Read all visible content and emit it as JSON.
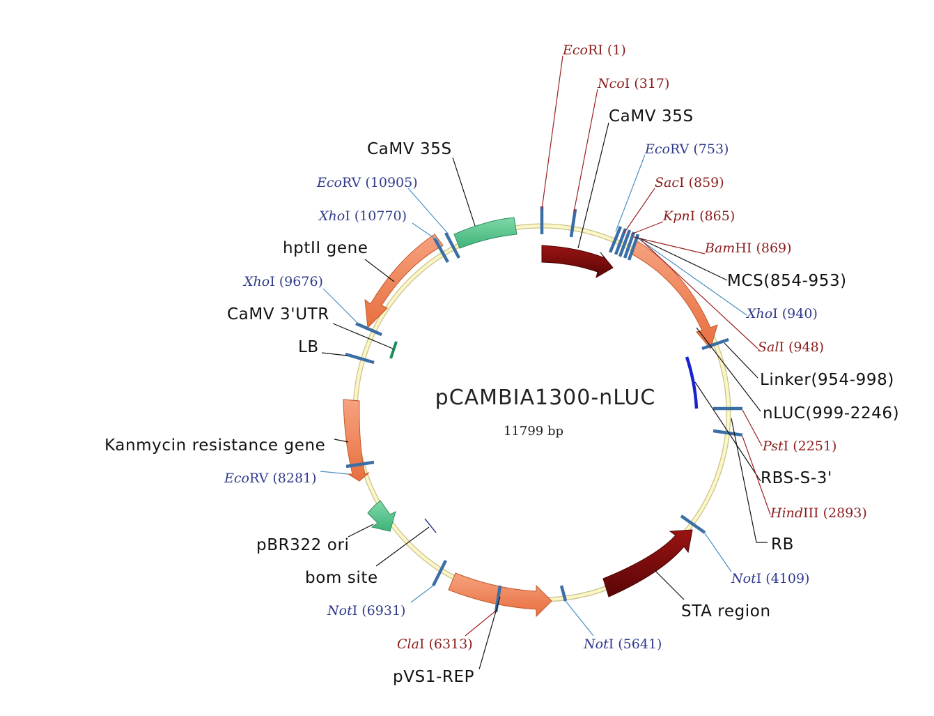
{
  "plasmid": {
    "name": "pCAMBIA1300-nLUC",
    "size": "11799 bp"
  },
  "colors": {
    "backbone": "#f2ecb0",
    "tick": "#3a6ea5",
    "red_site": "#8b1a1a",
    "blue_site": "#2f3a8a",
    "dark_red_feature": "#7a0a0a",
    "salmon_feature": "#f08a5d",
    "green_feature": "#5cc48f",
    "blue_feature": "#1a22cc"
  },
  "features": [
    {
      "id": "camv35s-right",
      "label": "CaMV 35S",
      "color": "dark_red",
      "kind": "arrow"
    },
    {
      "id": "camv35s-left",
      "label": "CaMV 35S",
      "color": "green",
      "kind": "arrow"
    },
    {
      "id": "mcs",
      "label": "MCS(854-953)"
    },
    {
      "id": "linker",
      "label": "Linker(954-998)"
    },
    {
      "id": "nluc",
      "label": "nLUC(999-2246)",
      "color": "salmon",
      "kind": "arrow"
    },
    {
      "id": "rbs",
      "label": "RBS-S-3'",
      "color": "blue",
      "kind": "arc"
    },
    {
      "id": "rb",
      "label": "RB"
    },
    {
      "id": "sta",
      "label": "STA region",
      "color": "dark_red",
      "kind": "arrow"
    },
    {
      "id": "pvs1",
      "label": "pVS1-REP",
      "color": "salmon",
      "kind": "arrow"
    },
    {
      "id": "bom",
      "label": "bom site"
    },
    {
      "id": "pbr322",
      "label": "pBR322 ori",
      "color": "green",
      "kind": "arrow"
    },
    {
      "id": "kan",
      "label": "Kanmycin resistance gene",
      "color": "salmon",
      "kind": "arrow"
    },
    {
      "id": "lb",
      "label": "LB"
    },
    {
      "id": "camv3utr",
      "label": "CaMV 3'UTR",
      "color": "green",
      "kind": "tick"
    },
    {
      "id": "hptii",
      "label": "hptII gene",
      "color": "salmon",
      "kind": "arrow"
    }
  ],
  "sites": [
    {
      "id": "ecori",
      "name": "Eco",
      "suffix": "RI",
      "pos": "(1)",
      "color": "red"
    },
    {
      "id": "ncoi",
      "name": "Nco",
      "suffix": "I",
      "pos": "(317)",
      "color": "red"
    },
    {
      "id": "ecorv753",
      "name": "Eco",
      "suffix": "RV",
      "pos": "(753)",
      "color": "blue"
    },
    {
      "id": "saci",
      "name": "Sac",
      "suffix": "I",
      "pos": "(859)",
      "color": "red"
    },
    {
      "id": "kpni",
      "name": "Kpn",
      "suffix": "I",
      "pos": "(865)",
      "color": "red"
    },
    {
      "id": "bamhi",
      "name": "Bam",
      "suffix": "HI",
      "pos": "(869)",
      "color": "red"
    },
    {
      "id": "xhoi940",
      "name": "Xho",
      "suffix": "I",
      "pos": "(940)",
      "color": "blue"
    },
    {
      "id": "sali",
      "name": "Sal",
      "suffix": "I",
      "pos": "(948)",
      "color": "red"
    },
    {
      "id": "psti",
      "name": "Pst",
      "suffix": "I",
      "pos": "(2251)",
      "color": "red"
    },
    {
      "id": "hindiii",
      "name": "Hind",
      "suffix": "III",
      "pos": "(2893)",
      "color": "red"
    },
    {
      "id": "noti4109",
      "name": "Not",
      "suffix": "I",
      "pos": "(4109)",
      "color": "blue"
    },
    {
      "id": "noti5641",
      "name": "Not",
      "suffix": "I",
      "pos": "(5641)",
      "color": "blue"
    },
    {
      "id": "clai",
      "name": "Cla",
      "suffix": "I",
      "pos": "(6313)",
      "color": "red"
    },
    {
      "id": "noti6931",
      "name": "Not",
      "suffix": "I",
      "pos": "(6931)",
      "color": "blue"
    },
    {
      "id": "ecorv8281",
      "name": "Eco",
      "suffix": "RV",
      "pos": "(8281)",
      "color": "blue"
    },
    {
      "id": "xhoi9676",
      "name": "Xho",
      "suffix": "I",
      "pos": "(9676)",
      "color": "blue"
    },
    {
      "id": "xhoi10770",
      "name": "Xho",
      "suffix": "I",
      "pos": "(10770)",
      "color": "blue"
    },
    {
      "id": "ecorv10905",
      "name": "Eco",
      "suffix": "RV",
      "pos": "(10905)",
      "color": "blue"
    }
  ]
}
